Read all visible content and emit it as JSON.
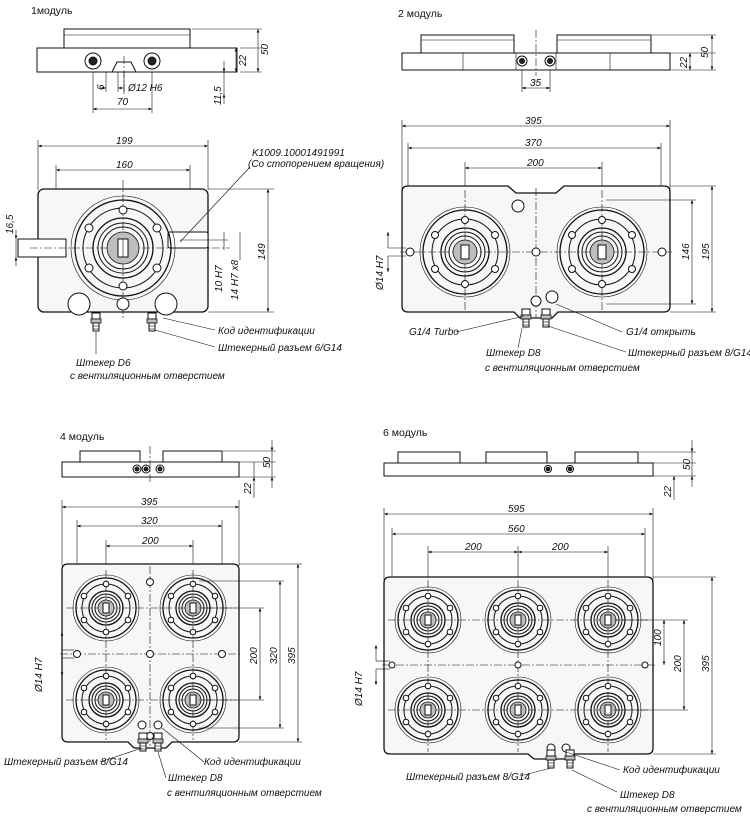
{
  "titles": {
    "m1": "1модуль",
    "m2": "2 модуль",
    "m4": "4 модуль",
    "m6": "6 модуль"
  },
  "dims": {
    "m1": {
      "h50": "50",
      "h22": "22",
      "h11_5": "11,5",
      "w6": "6",
      "d12": "Ø12 H6",
      "w70": "70",
      "w199": "199",
      "w160": "160",
      "h16_5": "16,5",
      "h149": "149",
      "t10h7": "10 H7",
      "t14h7x8": "14 H7 x8"
    },
    "m2": {
      "h50": "50",
      "h22": "22",
      "w35": "35",
      "w395": "395",
      "w370": "370",
      "w200": "200",
      "d14h7": "Ø14 H7",
      "h146": "146",
      "h195": "195"
    },
    "m4": {
      "h50": "50",
      "h22": "22",
      "w395": "395",
      "w320": "320",
      "w200": "200",
      "d14h7": "Ø14 H7",
      "h200": "200",
      "h320": "320",
      "h395": "395"
    },
    "m6": {
      "h50": "50",
      "h22": "22",
      "w595": "595",
      "w560": "560",
      "w200a": "200",
      "w200b": "200",
      "d14h7": "Ø14 H7",
      "h100": "100",
      "h200": "200",
      "h395": "395"
    }
  },
  "labels": {
    "m1": {
      "part_no": "K1009.10001491991",
      "part_note": "(Со стопорением вращения)",
      "ident": "Код идентификации",
      "plug_d6_l1": "Штекер D6",
      "plug_d6_l2": "с вентиляционным отверстием",
      "connector": "Штекерный разъем 6/G14"
    },
    "m2": {
      "g14_turbo": "G1/4 Turbo",
      "g14_open": "G1/4 открыть",
      "plug_d8_l1": "Штекер D8",
      "plug_d8_l2": "с вентиляционным отверстием",
      "connector": "Штекерный разъем 8/G14"
    },
    "m4": {
      "connector": "Штекерный разъем 8/G14",
      "ident": "Код идентификации",
      "plug_d8_l1": "Штекер D8",
      "plug_d8_l2": "с вентиляционным отверстием"
    },
    "m6": {
      "connector": "Штекерный разъем 8/G14",
      "ident": "Код идентификации",
      "plug_d8_l1": "Штекер D8",
      "plug_d8_l2": "с вентиляционным отверстием"
    }
  }
}
